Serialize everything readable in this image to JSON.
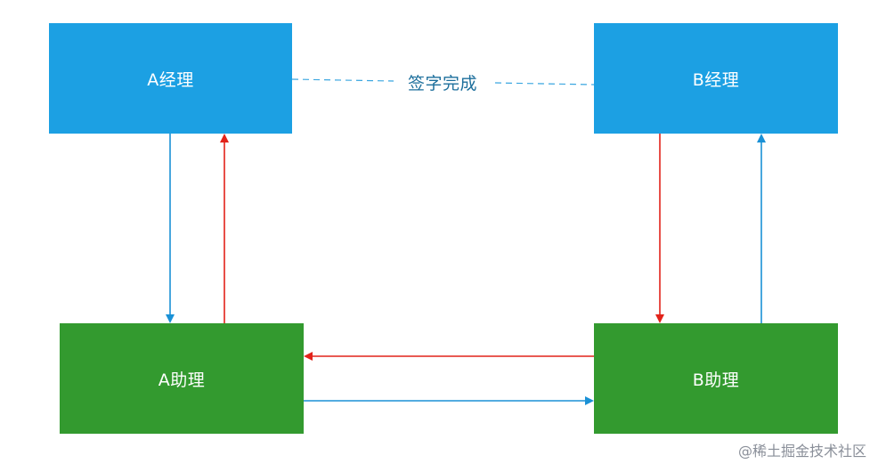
{
  "diagram": {
    "nodes": {
      "a_manager": "A经理",
      "b_manager": "B经理",
      "a_assistant": "A助理",
      "b_assistant": "B助理"
    },
    "edge_label": "签字完成",
    "colors": {
      "manager_fill": "#1ca0e3",
      "assistant_fill": "#339a2f",
      "blue_arrow": "#1a91d6",
      "red_arrow": "#e2231a",
      "label_text": "#1d6f9c"
    }
  },
  "watermark": "@稀土掘金技术社区"
}
